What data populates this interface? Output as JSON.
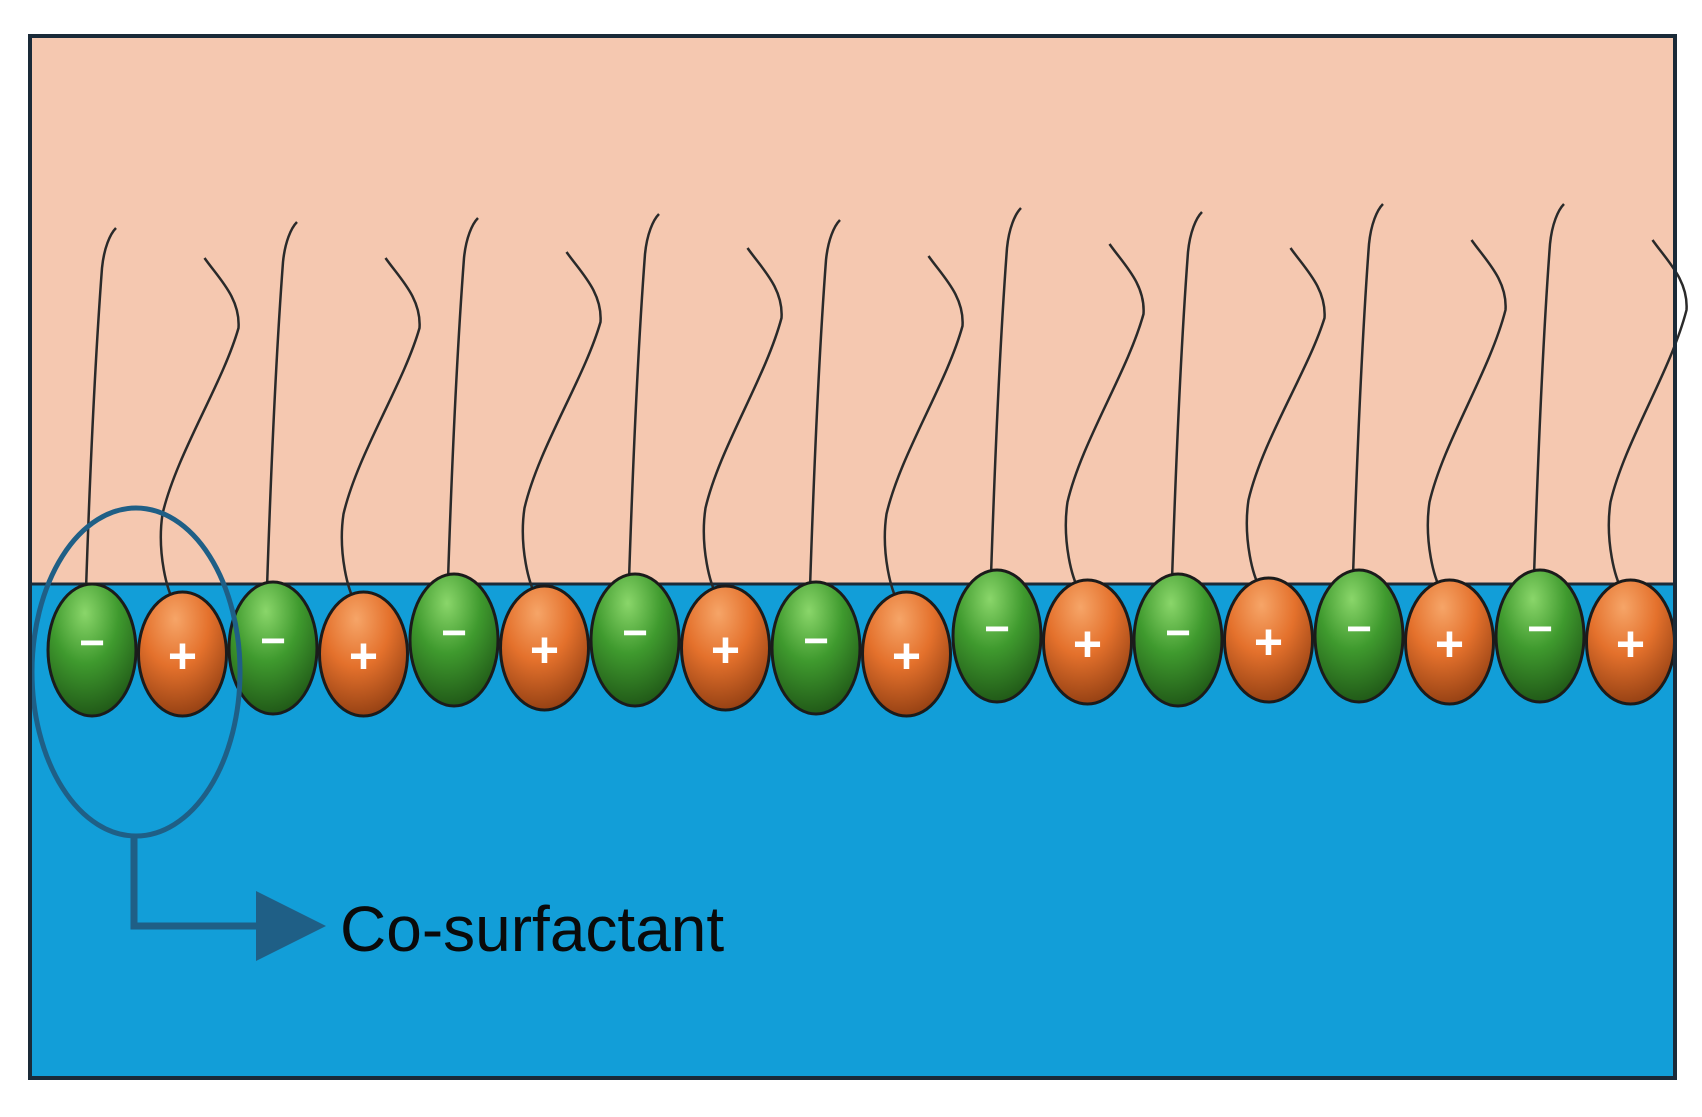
{
  "colors": {
    "oil_phase": "#f5c8b0",
    "water_phase": "#129ed8",
    "anionic_head": "#3f9a2e",
    "cationic_head": "#e4712c",
    "tail": "#2a2a2a",
    "annotation": "#1f5f86",
    "frame": "#1a2a38"
  },
  "annotation": {
    "label": "Co-surfactant"
  },
  "charges": {
    "anionic_symbol": "−",
    "cationic_symbol": "+"
  },
  "surfactant_sequence": [
    "anionic",
    "cationic",
    "anionic",
    "cationic",
    "anionic",
    "cationic",
    "anionic",
    "cationic",
    "anionic",
    "cationic",
    "anionic",
    "cationic",
    "anionic",
    "cationic",
    "anionic",
    "cationic",
    "anionic",
    "cationic"
  ]
}
